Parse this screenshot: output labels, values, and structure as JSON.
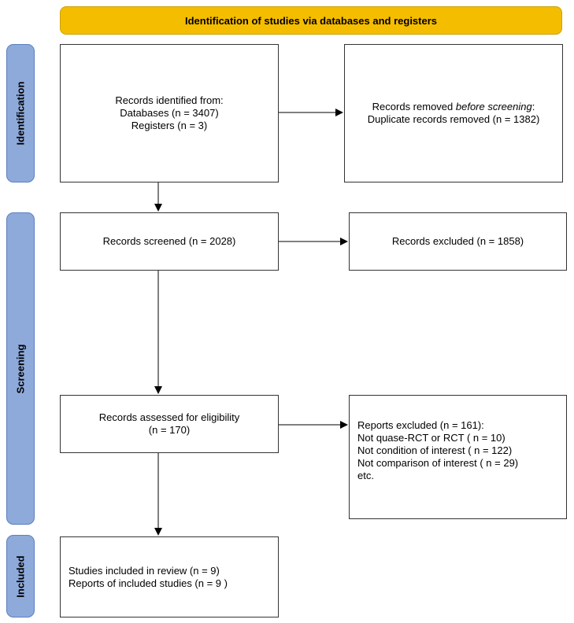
{
  "header": {
    "title": "Identification of studies via databases and registers"
  },
  "phases": {
    "identification": "Identification",
    "screening": "Screening",
    "included": "Included"
  },
  "identification": {
    "records_identified": {
      "line1": "Records identified from:",
      "line2": "Databases (n = 3407)",
      "line3": "Registers (n = 3)"
    },
    "records_removed": {
      "line1_prefix": "Records removed ",
      "line1_emph": "before screening",
      "line1_suffix": ":",
      "line2": "Duplicate records removed (n = 1382)"
    }
  },
  "screening": {
    "records_screened": "Records screened (n = 2028)",
    "records_excluded": "Records excluded (n = 1858)",
    "assessed": {
      "line1": "Records assessed for eligibility",
      "line2": "(n = 170)"
    },
    "reports_excluded": {
      "line1": "Reports excluded (n = 161):",
      "line2": "Not quase-RCT or RCT ( n = 10)",
      "line3": "Not condition of interest ( n = 122)",
      "line4": "Not comparison of interest ( n = 29)",
      "line5": "etc."
    }
  },
  "included": {
    "line1": "Studies included in review (n = 9)",
    "line2": "Reports of included studies (n = 9 )"
  },
  "colors": {
    "header_fill": "#f5bd00",
    "phase_fill": "#8eaadb",
    "phase_border": "#5b7fc0",
    "box_border": "#333333"
  }
}
